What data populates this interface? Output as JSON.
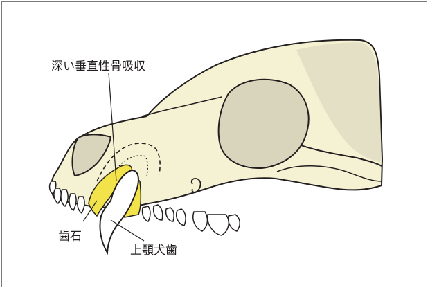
{
  "labels": {
    "deep_vertical_bone_resorption": "深い垂直性骨吸収",
    "calculus": "歯石",
    "maxillary_canine": "上顎犬歯"
  },
  "colors": {
    "bone": "#f5f2d3",
    "bone_shade": "#d6d1b6",
    "orbit": "#d9d5bd",
    "calculus": "#f2e34a",
    "tooth": "#ffffff",
    "outline": "#231f20",
    "frame": "#7a7a7a"
  }
}
